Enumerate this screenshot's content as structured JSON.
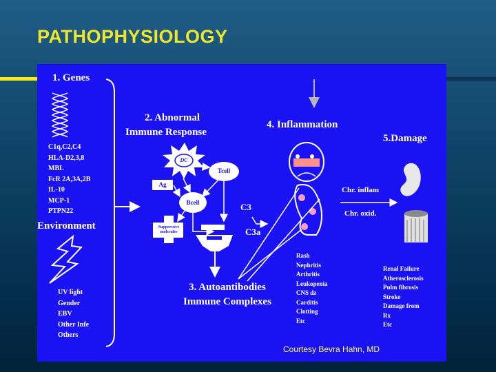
{
  "slide": {
    "title": "PATHOPHYSIOLOGY",
    "colors": {
      "title": "#f0e62c",
      "panel": "#1a12f2",
      "accent_rule": "#ffe81a"
    }
  },
  "diagram": {
    "genes": {
      "heading": "1. Genes",
      "items": [
        "C1q,C2,C4",
        "HLA-D2,3,8",
        "MBL",
        "FcR 2A,3A,2B",
        "IL-10",
        "MCP-1",
        "PTPN22"
      ]
    },
    "environment": {
      "heading": "Environment",
      "items": [
        "UV light",
        "Gender",
        "EBV",
        "Other Infe",
        "Others"
      ]
    },
    "immune_response": {
      "heading_line1": "2. Abnormal",
      "heading_line2": "Immune Response",
      "dc_label": "DC",
      "tcell_label": "Tcell",
      "bcell_label": "Bcell",
      "ag_label": "Ag",
      "suppressive_label": "Suppressive molecules"
    },
    "autoantibodies": {
      "heading_line1": "3. Autoantibodies",
      "heading_line2": "Immune Complexes"
    },
    "inflammation": {
      "heading": "4. Inflammation",
      "c3_label": "C3",
      "c3a_label": "C3a",
      "items": [
        "Rash",
        "Nephritis",
        "Arthritis",
        "Leukopenia",
        "CNS dz",
        "Carditis",
        "Clotting",
        "Etc"
      ]
    },
    "damage": {
      "heading": "5.Damage",
      "chr_inflam": "Chr. inflam",
      "chr_oxid": "Chr. oxid.",
      "items": [
        "Renal Failure",
        "Atherosclerosis",
        "Pulm fibrosis",
        "Stroke",
        "Damage from",
        "Rx",
        "Etc"
      ]
    },
    "credit": "Courtesy Bevra Hahn, MD"
  }
}
